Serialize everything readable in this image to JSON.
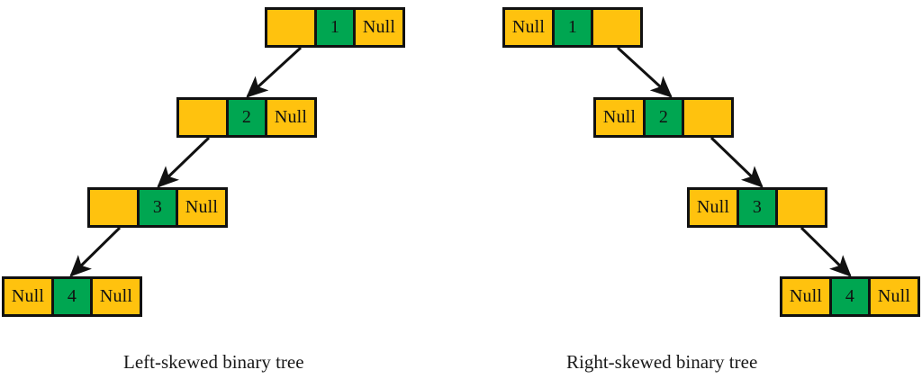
{
  "figure": {
    "type": "diagram",
    "subject": "skewed-binary-trees",
    "background_color": "#ffffff",
    "node_colors": {
      "pointer_cell": "#FFC20E",
      "data_cell": "#00A651",
      "border": "#111111",
      "text": "#111111",
      "arrow": "#111111"
    },
    "null_label": "Null"
  },
  "trees": [
    {
      "id": "left-skewed",
      "caption": "Left-skewed binary tree",
      "nodes": [
        {
          "id": "L1",
          "left": "",
          "value": "1",
          "right": "Null",
          "level": 1
        },
        {
          "id": "L2",
          "left": "",
          "value": "2",
          "right": "Null",
          "level": 2
        },
        {
          "id": "L3",
          "left": "",
          "value": "3",
          "right": "Null",
          "level": 3
        },
        {
          "id": "L4",
          "left": "Null",
          "value": "4",
          "right": "Null",
          "level": 4
        }
      ],
      "edges": [
        {
          "from": "L1",
          "to": "L2",
          "direction": "down-left"
        },
        {
          "from": "L2",
          "to": "L3",
          "direction": "down-left"
        },
        {
          "from": "L3",
          "to": "L4",
          "direction": "down-left"
        }
      ]
    },
    {
      "id": "right-skewed",
      "caption": "Right-skewed binary tree",
      "nodes": [
        {
          "id": "R1",
          "left": "Null",
          "value": "1",
          "right": "",
          "level": 1
        },
        {
          "id": "R2",
          "left": "Null",
          "value": "2",
          "right": "",
          "level": 2
        },
        {
          "id": "R3",
          "left": "Null",
          "value": "3",
          "right": "",
          "level": 3
        },
        {
          "id": "R4",
          "left": "Null",
          "value": "4",
          "right": "Null",
          "level": 4
        }
      ],
      "edges": [
        {
          "from": "R1",
          "to": "R2",
          "direction": "down-right"
        },
        {
          "from": "R2",
          "to": "R3",
          "direction": "down-right"
        },
        {
          "from": "R3",
          "to": "R4",
          "direction": "down-right"
        }
      ]
    }
  ],
  "captions": {
    "left": "Left-skewed binary tree",
    "right": "Right-skewed binary tree"
  }
}
